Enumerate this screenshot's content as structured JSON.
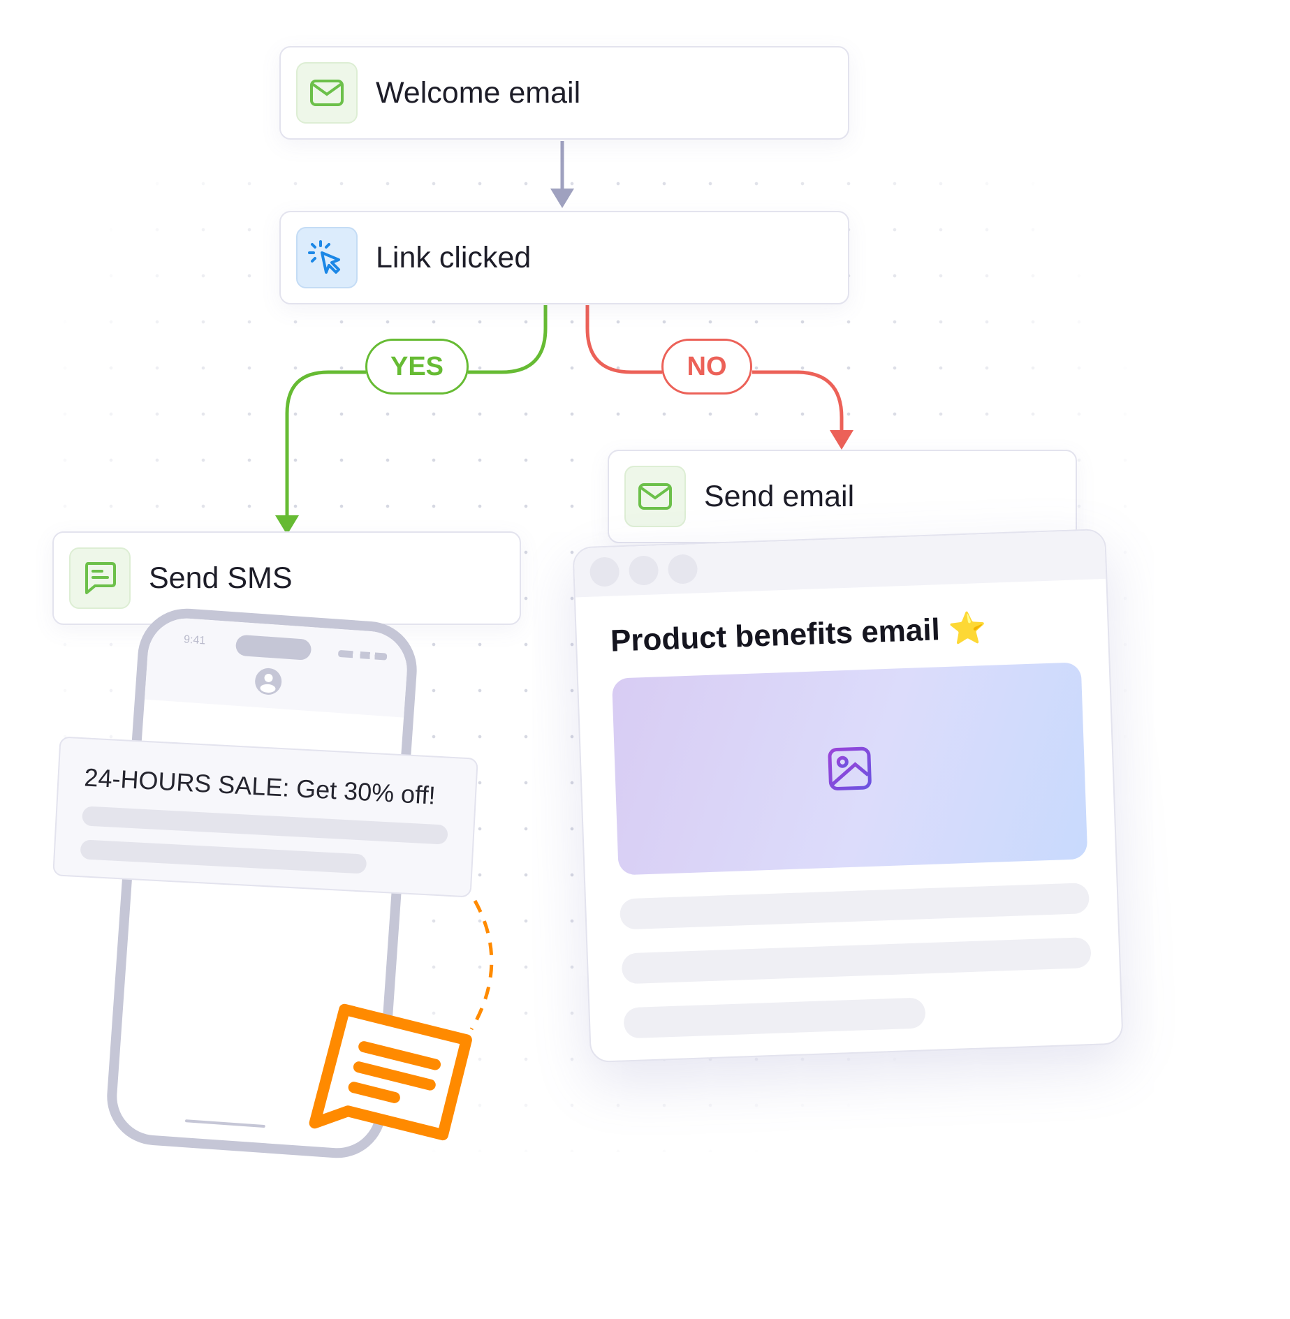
{
  "nodes": {
    "welcome": {
      "label": "Welcome email",
      "icon": "mail-icon"
    },
    "link": {
      "label": "Link clicked",
      "icon": "cursor-click-icon"
    },
    "sms": {
      "label": "Send SMS",
      "icon": "message-icon"
    },
    "email": {
      "label": "Send email",
      "icon": "mail-icon"
    }
  },
  "branches": {
    "yes": "YES",
    "no": "NO"
  },
  "email_preview": {
    "title": "Product benefits email",
    "title_emoji": "⭐"
  },
  "phone": {
    "time": "9:41",
    "notification": "24-HOURS SALE: Get 30% off!"
  },
  "colors": {
    "yes": "#66bb33",
    "no": "#ec6158",
    "arrow": "#9fa1bf",
    "accent_orange": "#ff8a00"
  }
}
